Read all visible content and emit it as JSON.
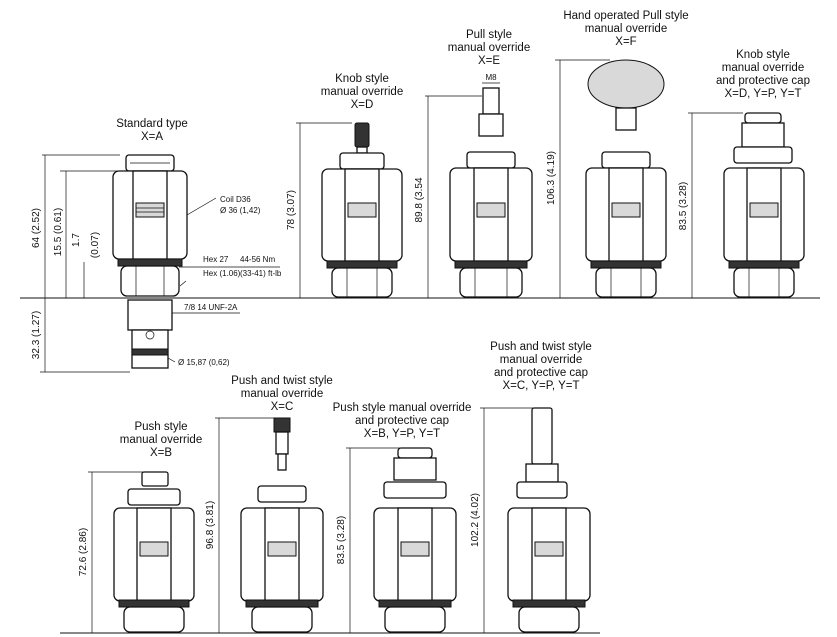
{
  "variants": [
    {
      "id": "standard",
      "title_lines": [
        "Standard type",
        "X=A"
      ],
      "dimension": "64 (2.52)"
    },
    {
      "id": "knob",
      "title_lines": [
        "Knob style",
        "manual override",
        "X=D"
      ],
      "dimension": "78 (3.07)"
    },
    {
      "id": "pull",
      "title_lines": [
        "Pull style",
        "manual override",
        "X=E"
      ],
      "dimension": "89.8 (3.54",
      "thread_label": "M8"
    },
    {
      "id": "hand-pull",
      "title_lines": [
        "Hand operated Pull style",
        "manual override",
        "X=F"
      ],
      "dimension": "106.3 (4.19)"
    },
    {
      "id": "knob-cap",
      "title_lines": [
        "Knob style",
        "manual override",
        "and protective cap",
        "X=D, Y=P, Y=T"
      ],
      "dimension": "83.5 (3.28)"
    },
    {
      "id": "push",
      "title_lines": [
        "Push style",
        "manual override",
        "X=B"
      ],
      "dimension": "72.6 (2.86)"
    },
    {
      "id": "push-twist",
      "title_lines": [
        "Push and twist style",
        "manual override",
        "X=C"
      ],
      "dimension": "96.8 (3.81)"
    },
    {
      "id": "push-cap",
      "title_lines": [
        "Push style manual override",
        "and protective cap",
        "X=B, Y=P, Y=T"
      ],
      "dimension": "83.5 (3.28)"
    },
    {
      "id": "push-twist-cap",
      "title_lines": [
        "Push and twist style",
        "manual override",
        "and protective cap",
        "X=C, Y=P, Y=T"
      ],
      "dimension": "102.2 (4.02)"
    }
  ],
  "standard_annotations": {
    "coil_type": "Coil D36",
    "coil_diameter": "Ø 36 (1,42)",
    "dim_coil_top": "15.5 (0.61)",
    "dim_small": "1.7",
    "dim_small_in": "(0.07)",
    "hex_size": "Hex 27",
    "torque_nm": "44-56 Nm",
    "hex_size_in": "Hex (1.06)",
    "torque_ftlb": "(33-41) ft-lb",
    "thread": "7/8 14 UNF-2A",
    "cartridge_length": "32.3 (1.27)",
    "seal_diameter": "Ø 15,87 (0,62)"
  }
}
